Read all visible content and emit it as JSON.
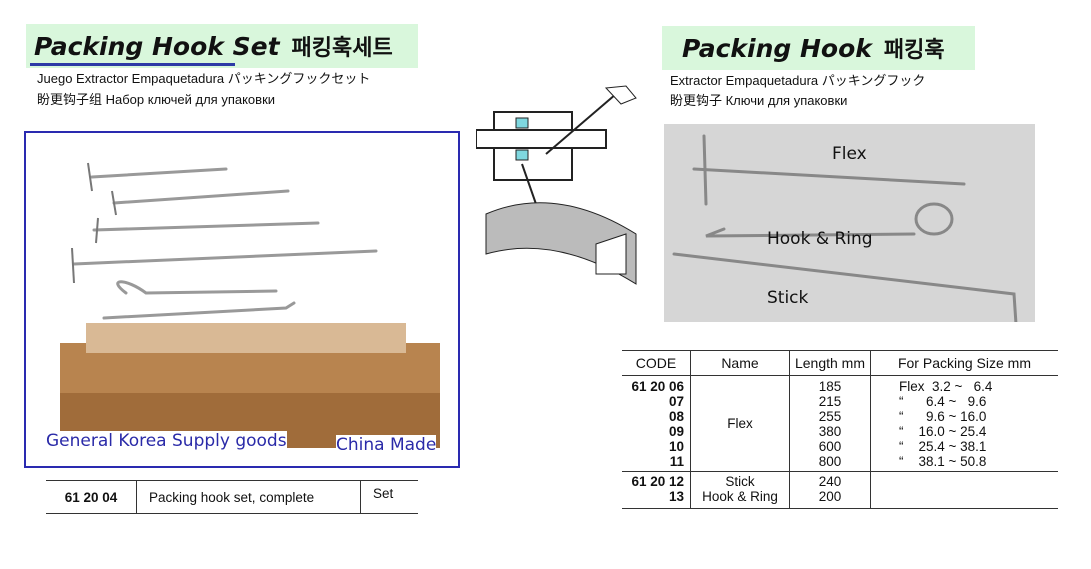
{
  "set": {
    "title": "Packing Hook Set",
    "title_ko": "패킹훅세트",
    "subtitle1": "Juego Extractor Empaquetadura パッキングフックセット",
    "subtitle2": "盼更钩子组 Набор ключей для упаковки",
    "caption_left": "General Korea Supply goods",
    "caption_right": "China Made",
    "order": {
      "code": "61 20 04",
      "description": "Packing hook set, complete",
      "unit": "Set"
    }
  },
  "hook": {
    "title": "Packing Hook",
    "title_ko": "패킹훅",
    "subtitle1": "Extractor Empaquetadura パッキングフック",
    "subtitle2": "盼更钩子 Ключи для упаковки",
    "labels": {
      "flex": "Flex",
      "hook_ring": "Hook & Ring",
      "stick": "Stick"
    }
  },
  "table": {
    "headers": [
      "CODE",
      "Name",
      "Length mm",
      "For Packing Size mm"
    ],
    "group1": {
      "name": "Flex",
      "rows": [
        {
          "code": "61 20 06",
          "length": "185",
          "size": "Flex  3.2 ~   6.4"
        },
        {
          "code": "07",
          "length": "215",
          "size": "“      6.4 ~   9.6"
        },
        {
          "code": "08",
          "length": "255",
          "size": "“      9.6 ~ 16.0"
        },
        {
          "code": "09",
          "length": "380",
          "size": "“    16.0 ~ 25.4"
        },
        {
          "code": "10",
          "length": "600",
          "size": "“    25.4 ~ 38.1"
        },
        {
          "code": "11",
          "length": "800",
          "size": "“    38.1 ~ 50.8"
        }
      ]
    },
    "group2": {
      "rows": [
        {
          "code": "61 20 12",
          "name": "Stick",
          "length": "240"
        },
        {
          "code": "13",
          "name": "Hook & Ring",
          "length": "200"
        }
      ]
    }
  }
}
